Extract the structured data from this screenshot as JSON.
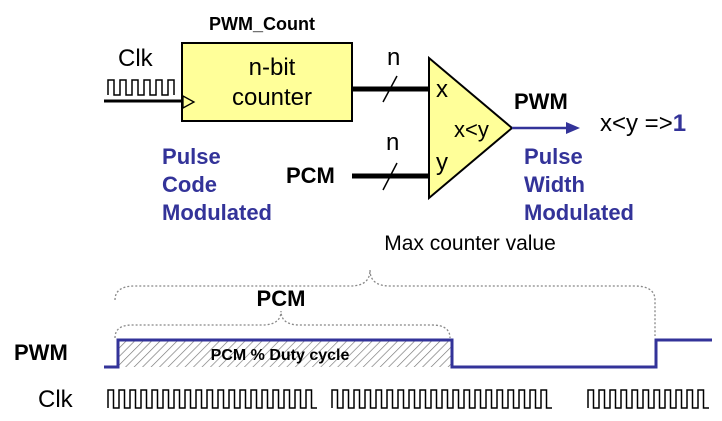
{
  "block": {
    "counter_title": "PWM_Count",
    "counter_line1": "n-bit",
    "counter_line2": "counter",
    "clk_label": "Clk",
    "bus_width_top": "n",
    "bus_width_bottom": "n",
    "input_bottom_label": "PCM",
    "comparator_input_x": "x",
    "comparator_input_y": "y",
    "comparator_op": "x<y",
    "output_label": "PWM",
    "rule_prefix": "x<y =>",
    "rule_value": "1"
  },
  "pcm_legend": [
    {
      "initial": "P",
      "rest": "ulse"
    },
    {
      "initial": "C",
      "rest": "ode"
    },
    {
      "initial": "M",
      "rest": "odulated"
    }
  ],
  "pwm_legend": [
    {
      "initial": "P",
      "rest": "ulse"
    },
    {
      "initial": "W",
      "rest": "idth"
    },
    {
      "initial": "M",
      "rest": "odulated"
    }
  ],
  "timing": {
    "max_label": "Max counter value",
    "pcm_label": "PCM",
    "pwm_label": "PWM",
    "duty_label": "PCM % Duty cycle",
    "clk_label": "Clk"
  },
  "colors": {
    "block_fill": "#ffff99",
    "accent": "#333399",
    "stroke": "#000000"
  }
}
